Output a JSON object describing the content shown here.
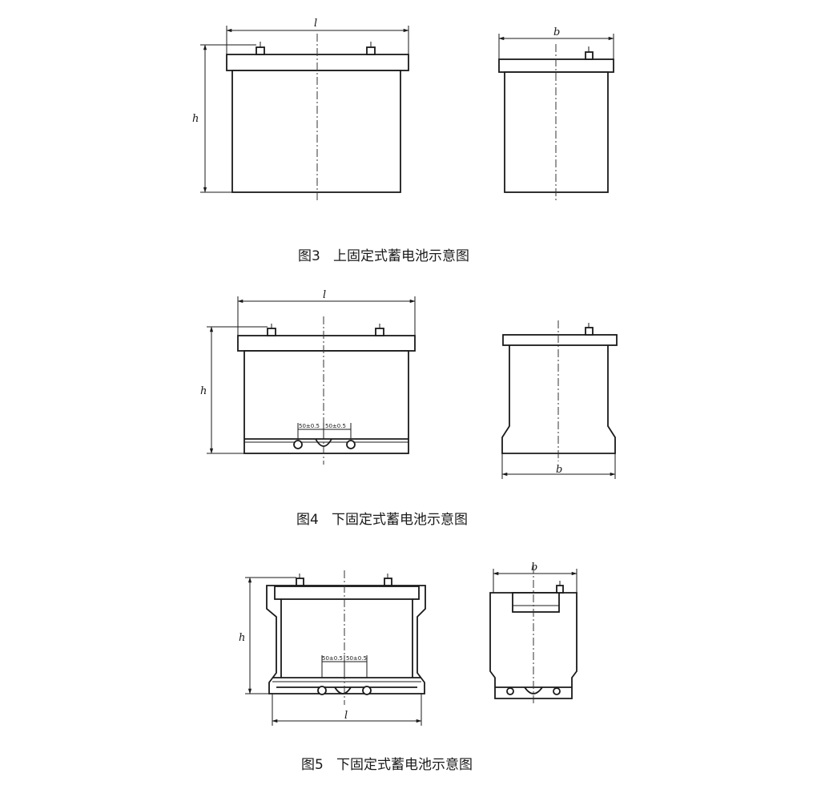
{
  "captions": {
    "fig3": "图3   上固定式蓄电池示意图",
    "fig4": "图4   下固定式蓄电池示意图",
    "fig5": "图5   下固定式蓄电池示意图"
  },
  "dimensions": {
    "length": "l",
    "height": "h",
    "width": "b",
    "spacing_left": "50±0.5",
    "spacing_right": "50±0.5"
  }
}
